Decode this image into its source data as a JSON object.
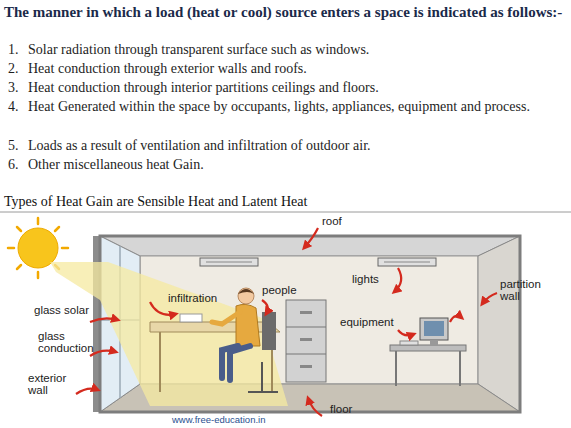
{
  "diagram": {
    "title": "The manner in which a load (heat or cool) source enters a space is indicated as follows:-",
    "labels": [
      "1.",
      "Solar radiation through transparent surface such as windows.",
      "2.",
      "Heat conduction through exterior walls and roofs.",
      "3.",
      "Heat conduction through interior partitions ceilings and floors.",
      "4.",
      "Heat Generated within the space by occupants, lights, appliances, equipment and process.",
      "5.",
      "Loads as a result of ventilation and infiltration of outdoor air.",
      "6.",
      "Other miscellaneous heat Gain.",
      "Types of Heat Gain are Sensible Heat and Latent Heat",
      "roof",
      "lights",
      "partition wall",
      "people",
      "infiltration",
      "glass solar",
      "equipment",
      "glass conduction",
      "exterior wall",
      "floor",
      "www.free-education.in"
    ]
  }
}
